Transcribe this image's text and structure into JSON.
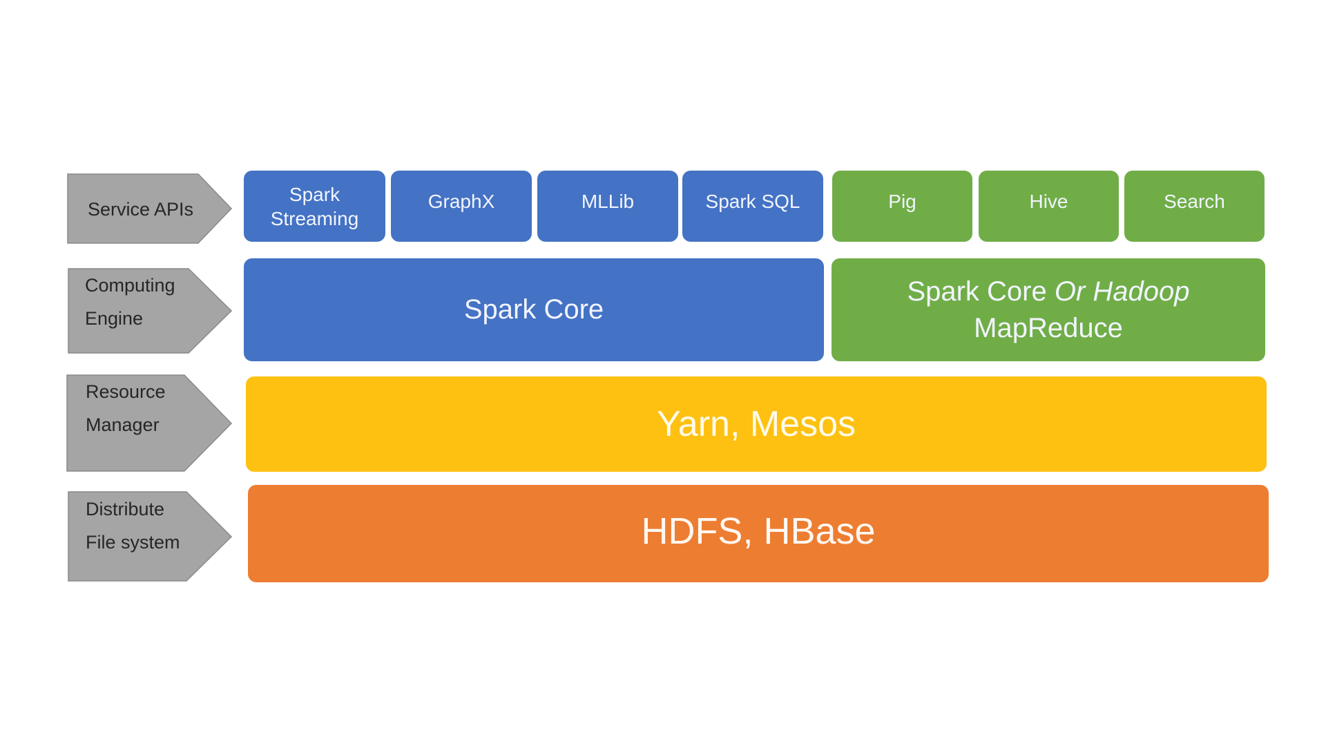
{
  "colors": {
    "label_fill": "#a5a5a5",
    "label_text": "#262626",
    "spark_blue": "#4472c4",
    "hadoop_green": "#70ad47",
    "resource_yellow": "#fec112",
    "storage_orange": "#ed7d31"
  },
  "layers": [
    {
      "label_lines": [
        "Service APIs"
      ]
    },
    {
      "label_lines": [
        "Computing",
        "Engine"
      ]
    },
    {
      "label_lines": [
        "Resource",
        "Manager"
      ]
    },
    {
      "label_lines": [
        "Distribute",
        "File system"
      ]
    }
  ],
  "service_apis": {
    "spark": [
      {
        "lines": [
          "Spark",
          "Streaming"
        ]
      },
      {
        "lines": [
          "GraphX"
        ]
      },
      {
        "lines": [
          "MLLib"
        ]
      },
      {
        "lines": [
          "Spark SQL"
        ]
      }
    ],
    "hadoop": [
      {
        "lines": [
          "Pig"
        ]
      },
      {
        "lines": [
          "Hive"
        ]
      },
      {
        "lines": [
          "Search"
        ]
      }
    ]
  },
  "computing_engine": {
    "spark": "Spark Core",
    "hadoop": {
      "line1_regular": "Spark Core",
      "line1_italic": "Or Hadoop",
      "line2": "MapReduce"
    }
  },
  "resource_manager": "Yarn, Mesos",
  "file_system": "HDFS, HBase"
}
